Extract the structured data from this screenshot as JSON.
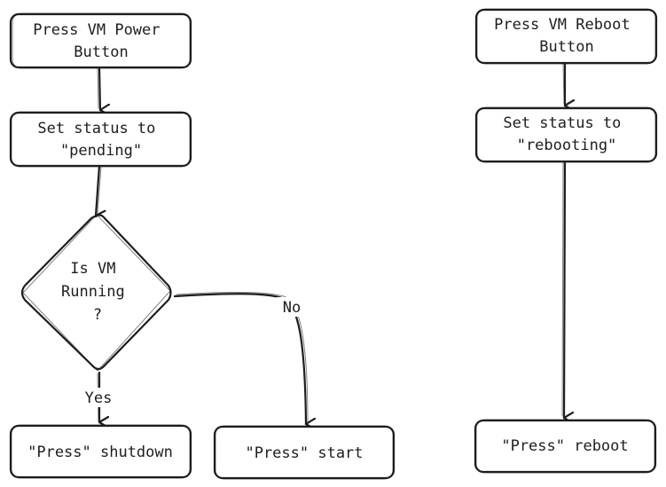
{
  "nodes": {
    "power_button": {
      "lines": [
        "Press VM Power",
        "Button"
      ]
    },
    "set_pending": {
      "lines": [
        "Set status to",
        "\"pending\""
      ]
    },
    "is_running": {
      "lines": [
        "Is VM",
        "Running",
        "?"
      ]
    },
    "shutdown": {
      "lines": [
        "\"Press\" shutdown"
      ]
    },
    "start": {
      "lines": [
        "\"Press\" start"
      ]
    },
    "reboot_button": {
      "lines": [
        "Press VM Reboot",
        "Button"
      ]
    },
    "set_rebooting": {
      "lines": [
        "Set status to",
        "\"rebooting\""
      ]
    },
    "reboot": {
      "lines": [
        "\"Press\" reboot"
      ]
    }
  },
  "edges": {
    "yes_label": "Yes",
    "no_label": "No"
  },
  "colors": {
    "stroke": "#1e1e1e",
    "background": "#ffffff"
  }
}
